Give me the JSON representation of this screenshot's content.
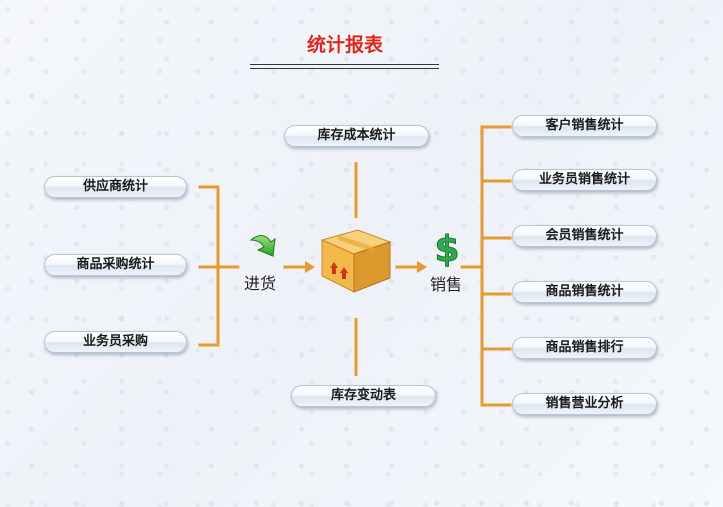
{
  "header": {
    "title": "统计报表"
  },
  "suppliers": {
    "items": [
      {
        "label": "供应商统计"
      },
      {
        "label": "商品采购统计"
      },
      {
        "label": "业务员采购"
      }
    ]
  },
  "flow": {
    "purchase_label": "进货",
    "sales_label": "销售",
    "icons": [
      "green-arrow-icon",
      "box-icon",
      "dollar-icon"
    ]
  },
  "inventory": {
    "cost_label": "库存成本统计",
    "change_label": "库存变动表"
  },
  "sales": {
    "items": [
      {
        "label": "客户销售统计"
      },
      {
        "label": "业务员销售统计"
      },
      {
        "label": "会员销售统计"
      },
      {
        "label": "商品销售统计"
      },
      {
        "label": "商品销售排行"
      },
      {
        "label": "销售营业分析"
      }
    ]
  },
  "colors": {
    "title": "#e2241a",
    "connector": "#e89b2c",
    "dollar": "#2fa94a",
    "box": "#f2b94a"
  }
}
